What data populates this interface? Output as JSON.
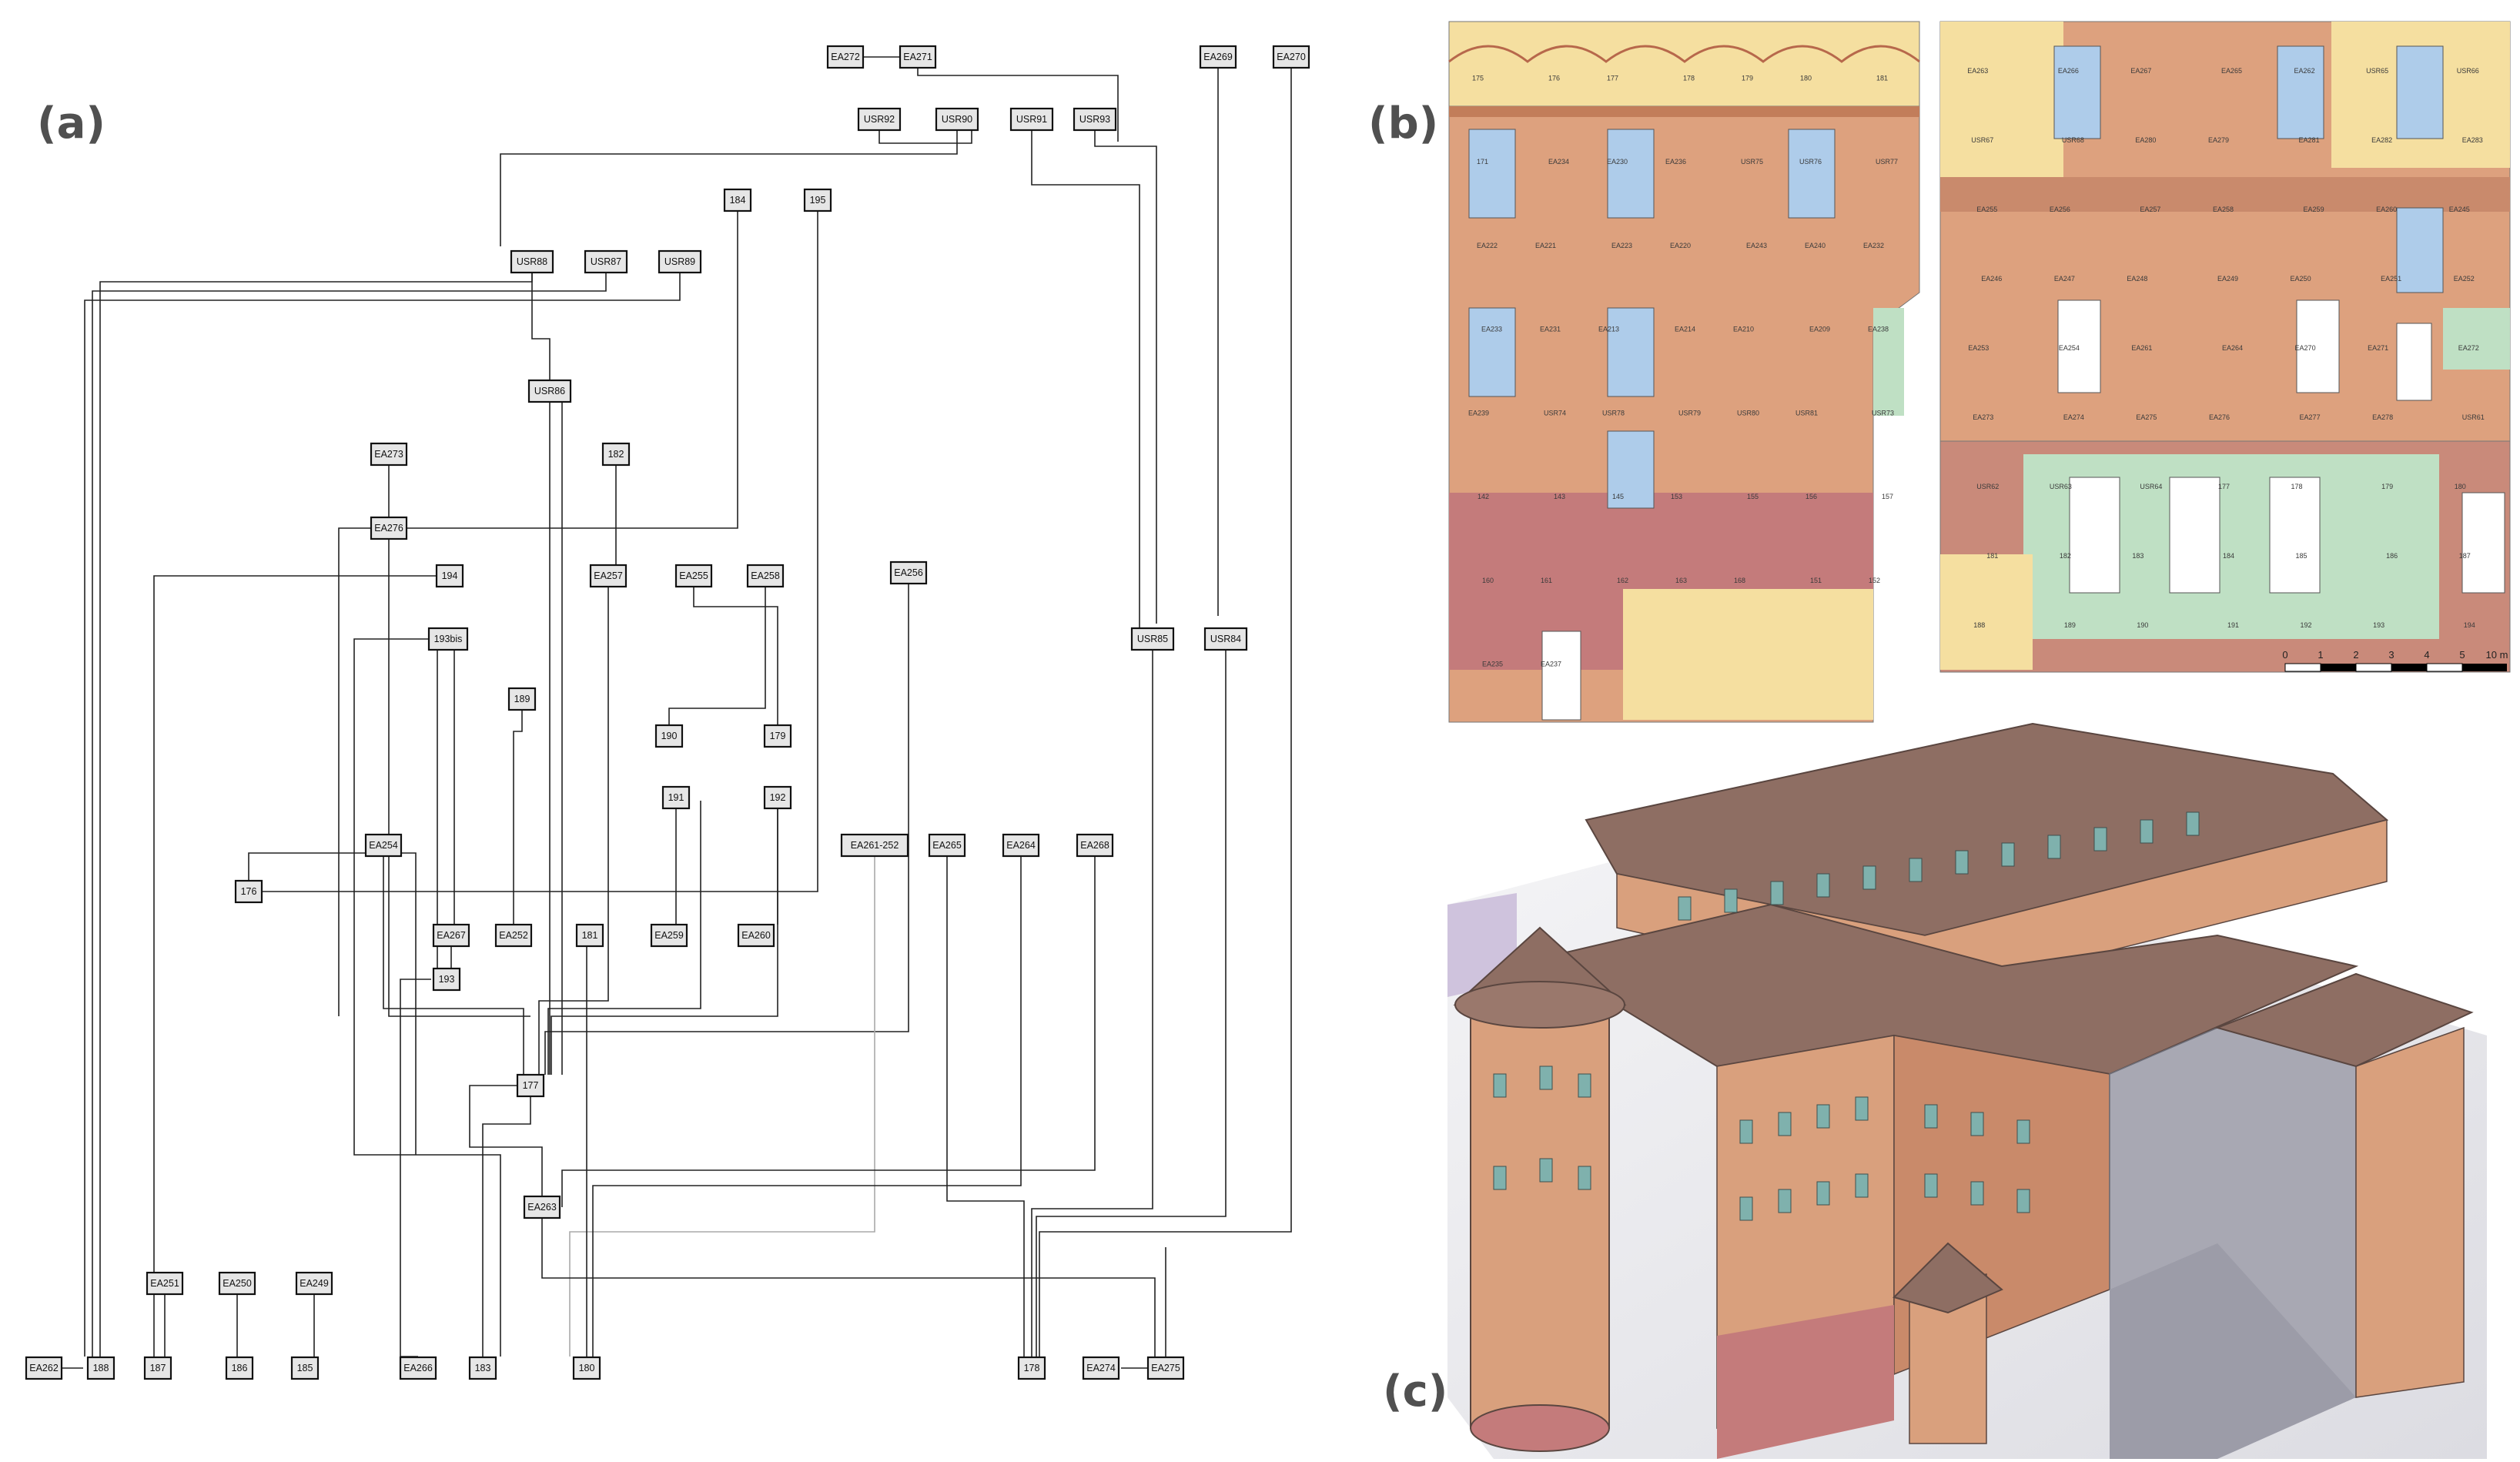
{
  "panels": {
    "a": "(a)",
    "b": "(b)",
    "c": "(c)"
  },
  "matrix": {
    "nodes": [
      {
        "id": "EA272",
        "label": "EA272"
      },
      {
        "id": "EA271",
        "label": "EA271"
      },
      {
        "id": "EA269",
        "label": "EA269"
      },
      {
        "id": "EA270",
        "label": "EA270"
      },
      {
        "id": "USR92",
        "label": "USR92"
      },
      {
        "id": "USR90",
        "label": "USR90"
      },
      {
        "id": "USR91",
        "label": "USR91"
      },
      {
        "id": "USR93",
        "label": "USR93"
      },
      {
        "id": "184",
        "label": "184"
      },
      {
        "id": "195",
        "label": "195"
      },
      {
        "id": "USR88",
        "label": "USR88"
      },
      {
        "id": "USR87",
        "label": "USR87"
      },
      {
        "id": "USR89",
        "label": "USR89"
      },
      {
        "id": "USR86",
        "label": "USR86"
      },
      {
        "id": "EA273",
        "label": "EA273"
      },
      {
        "id": "182",
        "label": "182"
      },
      {
        "id": "EA276",
        "label": "EA276"
      },
      {
        "id": "194",
        "label": "194"
      },
      {
        "id": "EA257",
        "label": "EA257"
      },
      {
        "id": "EA255",
        "label": "EA255"
      },
      {
        "id": "EA258",
        "label": "EA258"
      },
      {
        "id": "EA256",
        "label": "EA256"
      },
      {
        "id": "193bis",
        "label": "193bis"
      },
      {
        "id": "USR85",
        "label": "USR85"
      },
      {
        "id": "USR84",
        "label": "USR84"
      },
      {
        "id": "189",
        "label": "189"
      },
      {
        "id": "190",
        "label": "190"
      },
      {
        "id": "179",
        "label": "179"
      },
      {
        "id": "191",
        "label": "191"
      },
      {
        "id": "192",
        "label": "192"
      },
      {
        "id": "EA254",
        "label": "EA254"
      },
      {
        "id": "EA261-252",
        "label": "EA261-252"
      },
      {
        "id": "EA265",
        "label": "EA265"
      },
      {
        "id": "EA264",
        "label": "EA264"
      },
      {
        "id": "EA268",
        "label": "EA268"
      },
      {
        "id": "176",
        "label": "176"
      },
      {
        "id": "EA267",
        "label": "EA267"
      },
      {
        "id": "EA252",
        "label": "EA252"
      },
      {
        "id": "181",
        "label": "181"
      },
      {
        "id": "EA259",
        "label": "EA259"
      },
      {
        "id": "EA260",
        "label": "EA260"
      },
      {
        "id": "193",
        "label": "193"
      },
      {
        "id": "177",
        "label": "177"
      },
      {
        "id": "EA263",
        "label": "EA263"
      },
      {
        "id": "EA251",
        "label": "EA251"
      },
      {
        "id": "EA250",
        "label": "EA250"
      },
      {
        "id": "EA249",
        "label": "EA249"
      },
      {
        "id": "EA262",
        "label": "EA262"
      },
      {
        "id": "188",
        "label": "188"
      },
      {
        "id": "187",
        "label": "187"
      },
      {
        "id": "186",
        "label": "186"
      },
      {
        "id": "185",
        "label": "185"
      },
      {
        "id": "EA266",
        "label": "EA266"
      },
      {
        "id": "183",
        "label": "183"
      },
      {
        "id": "180",
        "label": "180"
      },
      {
        "id": "178",
        "label": "178"
      },
      {
        "id": "EA274",
        "label": "EA274"
      },
      {
        "id": "EA275",
        "label": "EA275"
      }
    ]
  },
  "elevations": {
    "scale_ticks": [
      "0",
      "1",
      "2",
      "3",
      "4",
      "5",
      "10 m"
    ],
    "left_labels": [
      "175",
      "176",
      "177",
      "178",
      "179",
      "180",
      "181",
      "171",
      "EA234",
      "EA230",
      "EA236",
      "USR75",
      "USR76",
      "USR77",
      "EA222",
      "EA221",
      "EA223",
      "EA220",
      "EA243",
      "EA240",
      "EA232",
      "EA233",
      "EA231",
      "EA213",
      "EA214",
      "EA210",
      "EA209",
      "EA238",
      "EA239",
      "USR74",
      "USR78",
      "USR79",
      "USR80",
      "USR81",
      "USR73",
      "142",
      "143",
      "145",
      "153",
      "155",
      "156",
      "157",
      "160",
      "161",
      "162",
      "163",
      "168",
      "151",
      "152",
      "EA235",
      "EA237"
    ],
    "right_labels": [
      "EA263",
      "EA266",
      "EA267",
      "EA265",
      "EA262",
      "USR65",
      "USR66",
      "USR67",
      "USR68",
      "EA280",
      "EA279",
      "EA281",
      "EA282",
      "EA283",
      "EA255",
      "EA256",
      "EA257",
      "EA258",
      "EA259",
      "EA260",
      "EA245",
      "EA246",
      "EA247",
      "EA248",
      "EA249",
      "EA250",
      "EA251",
      "EA252",
      "EA253",
      "EA254",
      "EA261",
      "EA264",
      "EA270",
      "EA271",
      "EA272",
      "EA273",
      "EA274",
      "EA275",
      "EA276",
      "EA277",
      "EA278",
      "USR61",
      "USR62",
      "USR63",
      "USR64",
      "177",
      "178",
      "179",
      "180",
      "181",
      "182",
      "183",
      "184",
      "185",
      "186",
      "187",
      "188",
      "189",
      "190",
      "191",
      "192",
      "193",
      "194"
    ]
  },
  "colors": {
    "brick_orange": "#dda17e",
    "plaster_yellow": "#f5dfa0",
    "window_blue": "#aeccea",
    "brick_red": "#c47b7b",
    "green": "#bfe0c4",
    "roof_brown": "#8e6e63",
    "concrete_grey": "#a8a8b3",
    "stroke": "#222222"
  }
}
